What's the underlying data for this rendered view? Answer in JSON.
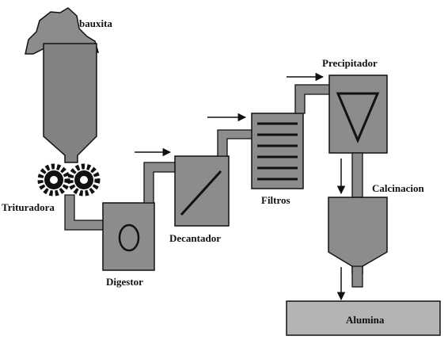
{
  "labels": {
    "bauxita": "bauxita",
    "trituradora": "Trituradora",
    "digestor": "Digestor",
    "decantador": "Decantador",
    "filtros": "Filtros",
    "precipitador": "Precipitador",
    "calcinacion": "Calcinacion",
    "alumina": "Alumina"
  },
  "colors": {
    "equipment_fill": "#8c8c8c",
    "hopper_fill": "#828282",
    "pipe_fill": "#8c8c8c",
    "tank_fill": "#b4b4b4",
    "outline": "#111111",
    "gear": "#111111",
    "background": "#ffffff"
  }
}
